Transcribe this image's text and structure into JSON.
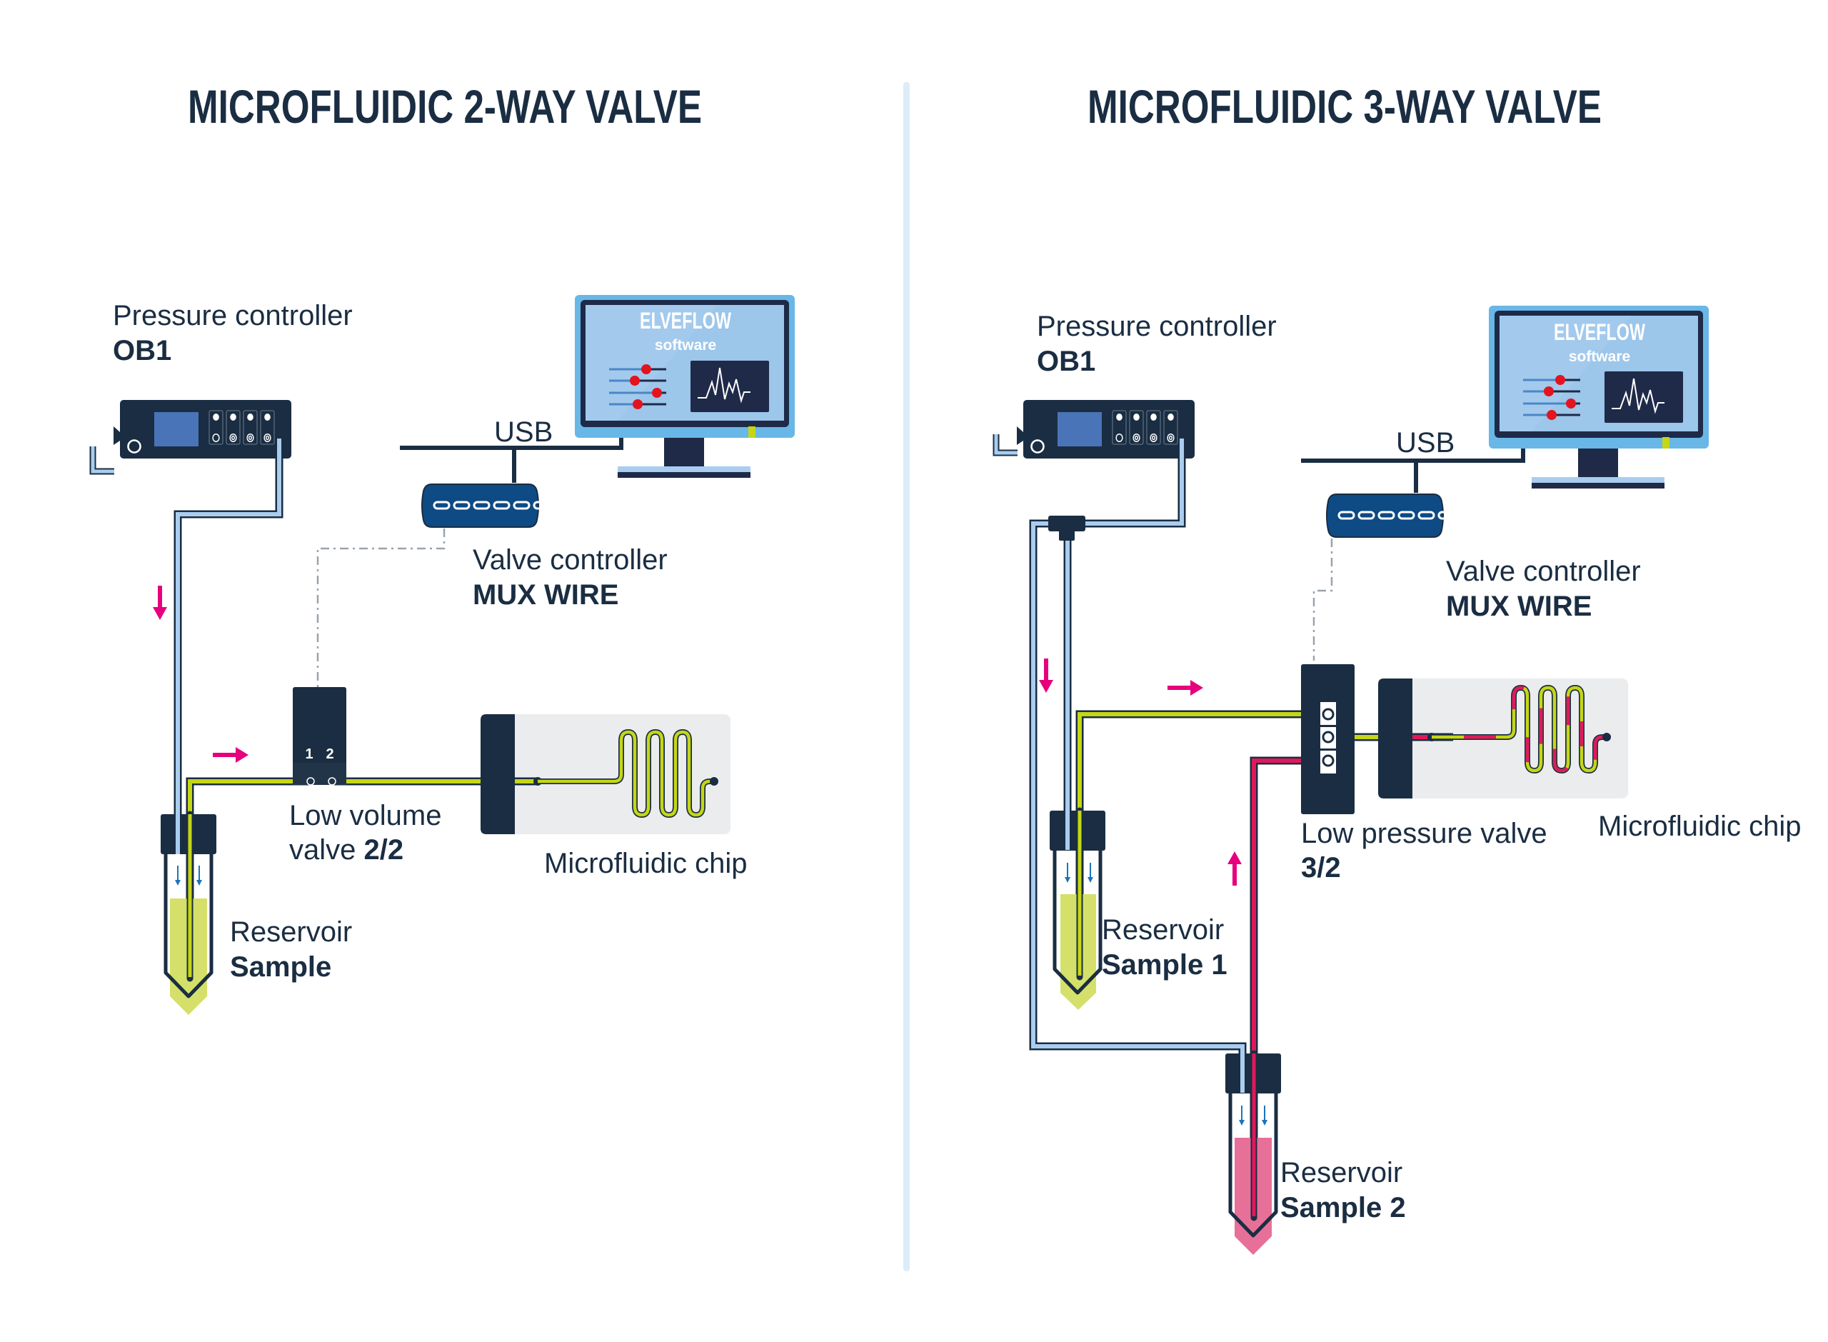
{
  "colors": {
    "navy": "#1a2d42",
    "device_blue": "#0e4a84",
    "screen_blue": "#4a74b8",
    "monitor_frame": "#69b7e6",
    "monitor_screen": "#9cc6ea",
    "air_tube": "#a9cdef",
    "sample_green": "#c5d616",
    "sample_green_fill": "#d4e06a",
    "sample_pink": "#e0195a",
    "sample_pink_fill": "#e77099",
    "flow_arrow": "#e6007e",
    "gas_arrow": "#1b74bb",
    "chip_bg": "#ebecee",
    "divider": "#dcedf8",
    "wire_dash": "#9aa3ad"
  },
  "left": {
    "title": "MICROFLUIDIC 2-WAY VALVE",
    "pressure_controller": {
      "label": "Pressure controller",
      "model": "OB1"
    },
    "usb_label": "USB",
    "monitor": {
      "brand": "ELVEFLOW",
      "sub": "software"
    },
    "valve_controller": {
      "label": "Valve controller",
      "model": "MUX WIRE"
    },
    "valve": {
      "label_line1": "Low volume",
      "label_line2_prefix": "valve ",
      "label_line2_bold": "2/2",
      "port1": "1",
      "port2": "2"
    },
    "chip": {
      "label": "Microfluidic chip"
    },
    "reservoir": {
      "label": "Reservoir",
      "name": "Sample"
    }
  },
  "right": {
    "title": "MICROFLUIDIC 3-WAY VALVE",
    "pressure_controller": {
      "label": "Pressure controller",
      "model": "OB1"
    },
    "usb_label": "USB",
    "monitor": {
      "brand": "ELVEFLOW",
      "sub": "software"
    },
    "valve_controller": {
      "label": "Valve controller",
      "model": "MUX WIRE"
    },
    "valve": {
      "label_line1": "Low pressure valve",
      "label_line2_bold": "3/2"
    },
    "chip": {
      "label": "Microfluidic chip"
    },
    "reservoir1": {
      "label": "Reservoir",
      "name": "Sample 1"
    },
    "reservoir2": {
      "label": "Reservoir",
      "name": "Sample 2"
    }
  }
}
